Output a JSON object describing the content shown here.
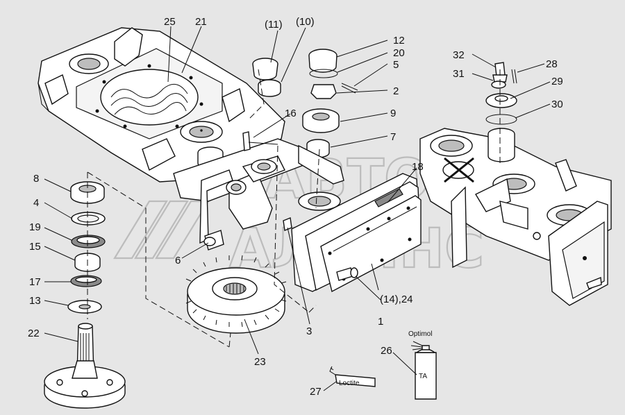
{
  "callouts": {
    "c1": "1",
    "c2": "2",
    "c3": "3",
    "c4": "4",
    "c5": "5",
    "c6": "6",
    "c7": "7",
    "c8": "8",
    "c9": "9",
    "c10": "(10)",
    "c11": "(11)",
    "c12": "12",
    "c13": "13",
    "c14_24": "(14),24",
    "c15": "15",
    "c16": "16",
    "c17": "17",
    "c18": "18",
    "c19": "19",
    "c20": "20",
    "c21": "21",
    "c22": "22",
    "c23": "23",
    "c25": "25",
    "c26": "26",
    "c27": "27",
    "c28": "28",
    "c29": "29",
    "c30": "30",
    "c31": "31",
    "c32": "32"
  },
  "labels": {
    "optimol": "Optimol",
    "ta": "TA",
    "loctite": "Loctite"
  },
  "watermark": {
    "line1": "АВТО",
    "line2": "АЛЬЯНС"
  },
  "colors": {
    "background": "#e6e6e6",
    "line": "#111111",
    "watermark": "#bcbcbc"
  }
}
